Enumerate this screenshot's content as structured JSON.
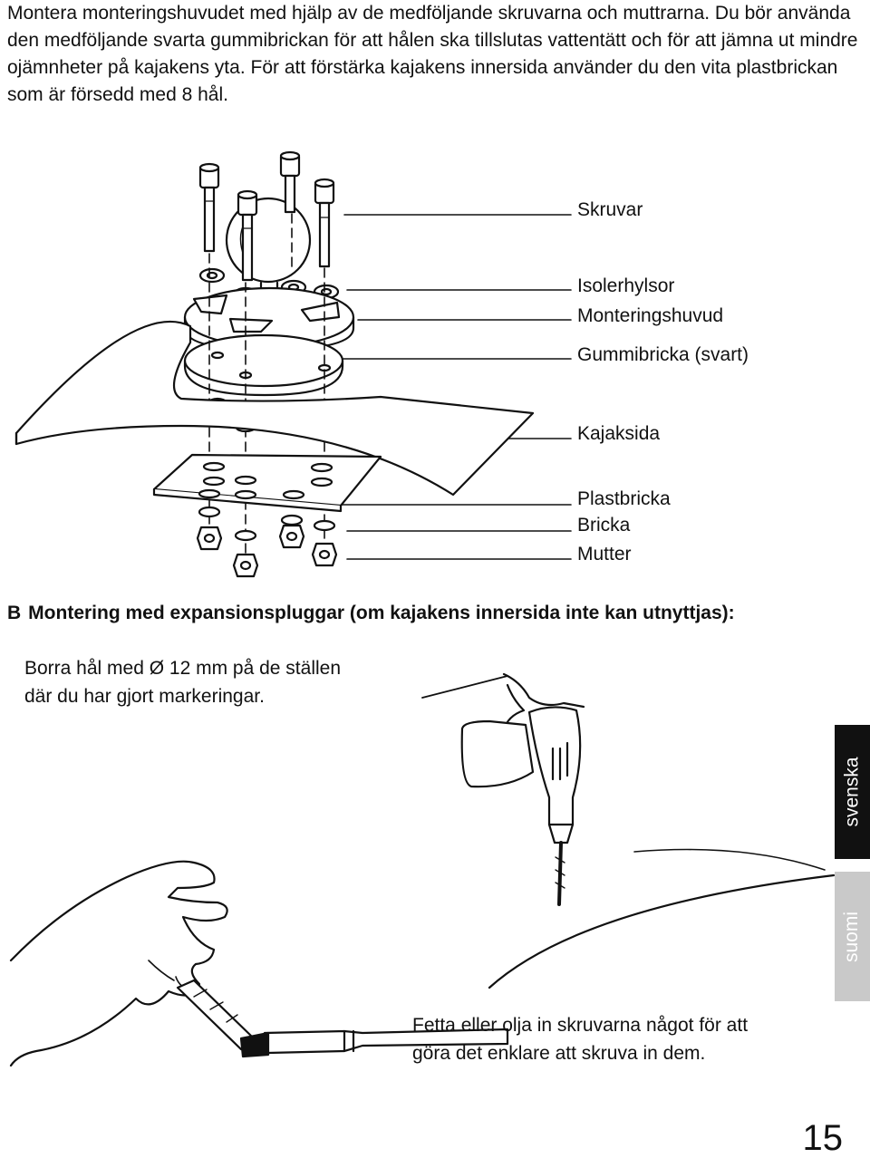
{
  "intro": {
    "paragraph": "Montera monteringshuvudet med hjälp av de medföljande skruvarna och muttrarna. Du bör använda den medföljande svarta gummibrickan för att hålen ska tillslutas vattentätt och för att jämna ut mindre ojämnheter på kajakens yta. För att förstärka kajakens innersida använder du den vita plastbrickan som är försedd med 8 hål."
  },
  "diagram": {
    "labels": {
      "skruvar": "Skruvar",
      "isolerhylsor": "Isolerhylsor",
      "monteringshuvud": "Monteringshuvud",
      "gummibricka": "Gummibricka (svart)",
      "kajaksida": "Kajaksida",
      "plastbricka": "Plastbricka",
      "bricka": "Bricka",
      "mutter": "Mutter"
    }
  },
  "section_b": {
    "letter": "B",
    "title": "Montering med expansionspluggar (om kajakens innersida inte kan utnyttjas):",
    "step1_line1": "Borra hål med Ø 12 mm på de ställen",
    "step1_line2": "där du har gjort markeringar.",
    "step2_line1": "Fetta eller olja in skruvarna något för att",
    "step2_line2": "göra det enklare att skruva in dem."
  },
  "tabs": {
    "active": "svenska",
    "inactive": "suomi"
  },
  "page_number": "15"
}
